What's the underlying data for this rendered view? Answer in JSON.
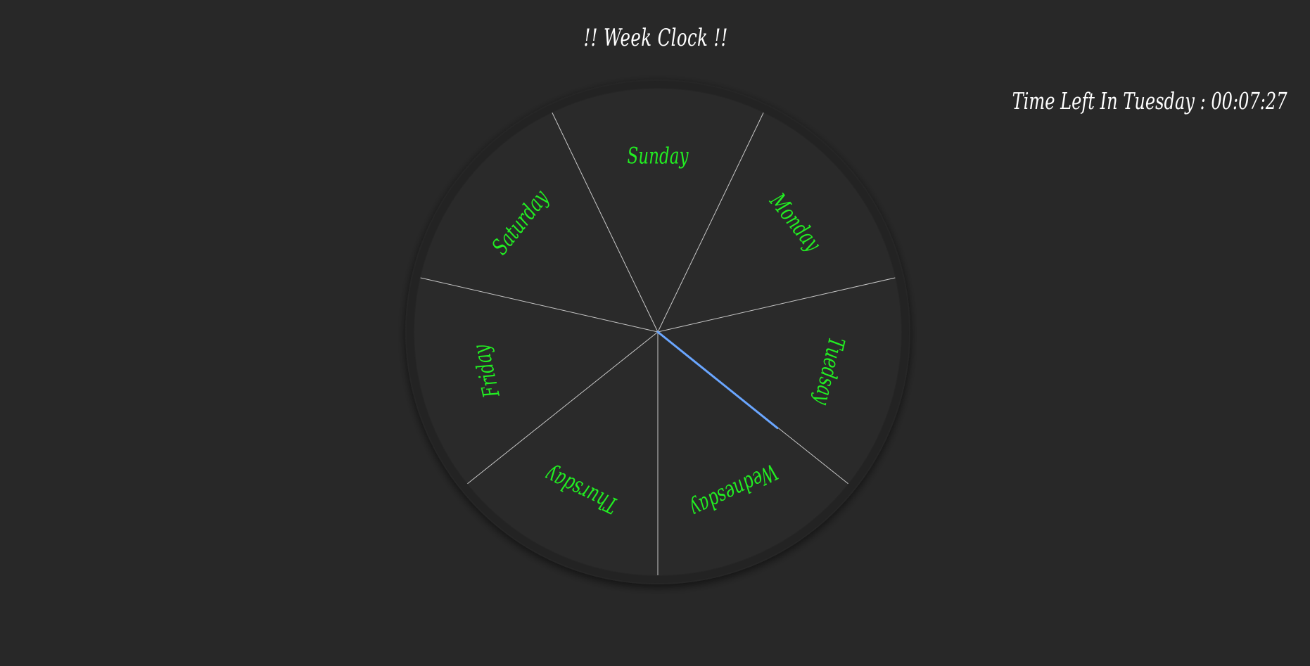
{
  "header": {
    "title": "!! Week Clock !!"
  },
  "status": {
    "time_left_text": "Time Left In Tuesday : 00:07:27"
  },
  "clock": {
    "days": [
      "Sunday",
      "Monday",
      "Tuedsay",
      "Wednesday",
      "Thursday",
      "Friday",
      "Saturday"
    ],
    "hand_angle_deg": 128.8,
    "colors": {
      "background": "#282828",
      "label": "#22ee22",
      "divider": "#c8c8c8",
      "hand": "#6aa6ff",
      "text": "#ffffff"
    }
  }
}
